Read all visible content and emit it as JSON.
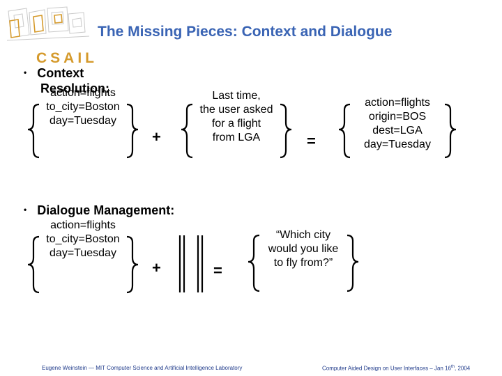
{
  "logo": {
    "text": "CSAIL"
  },
  "title": "The Missing Pieces: Context and Dialogue",
  "bullets": {
    "marker": "•",
    "context": "Context",
    "resolution": "Resolution:",
    "dialogue": "Dialogue Management:"
  },
  "context_row": {
    "frame": [
      "action=flights",
      "to_city=Boston",
      "day=Tuesday"
    ],
    "plus": "+",
    "history": [
      "Last time,",
      "the user asked",
      "for a flight",
      "from LGA"
    ],
    "equals": "=",
    "result": [
      "action=flights",
      "origin=BOS",
      "dest=LGA",
      "day=Tuesday"
    ]
  },
  "dialogue_row": {
    "frame": [
      "action=flights",
      "to_city=Boston",
      "day=Tuesday"
    ],
    "plus": "+",
    "equals": "=",
    "response": [
      "“Which city",
      "would you like",
      "to fly from?”"
    ]
  },
  "footer": {
    "left": "Eugene Weinstein — MIT Computer Science and Artificial Intelligence Laboratory",
    "right_pre": "Computer Aided Design on User Interfaces – Jan 16",
    "right_sup": "th",
    "right_post": ", 2004"
  },
  "colors": {
    "title": "#3a64b4",
    "logo_accent": "#d59a2c",
    "footer": "#1f3a8a"
  }
}
